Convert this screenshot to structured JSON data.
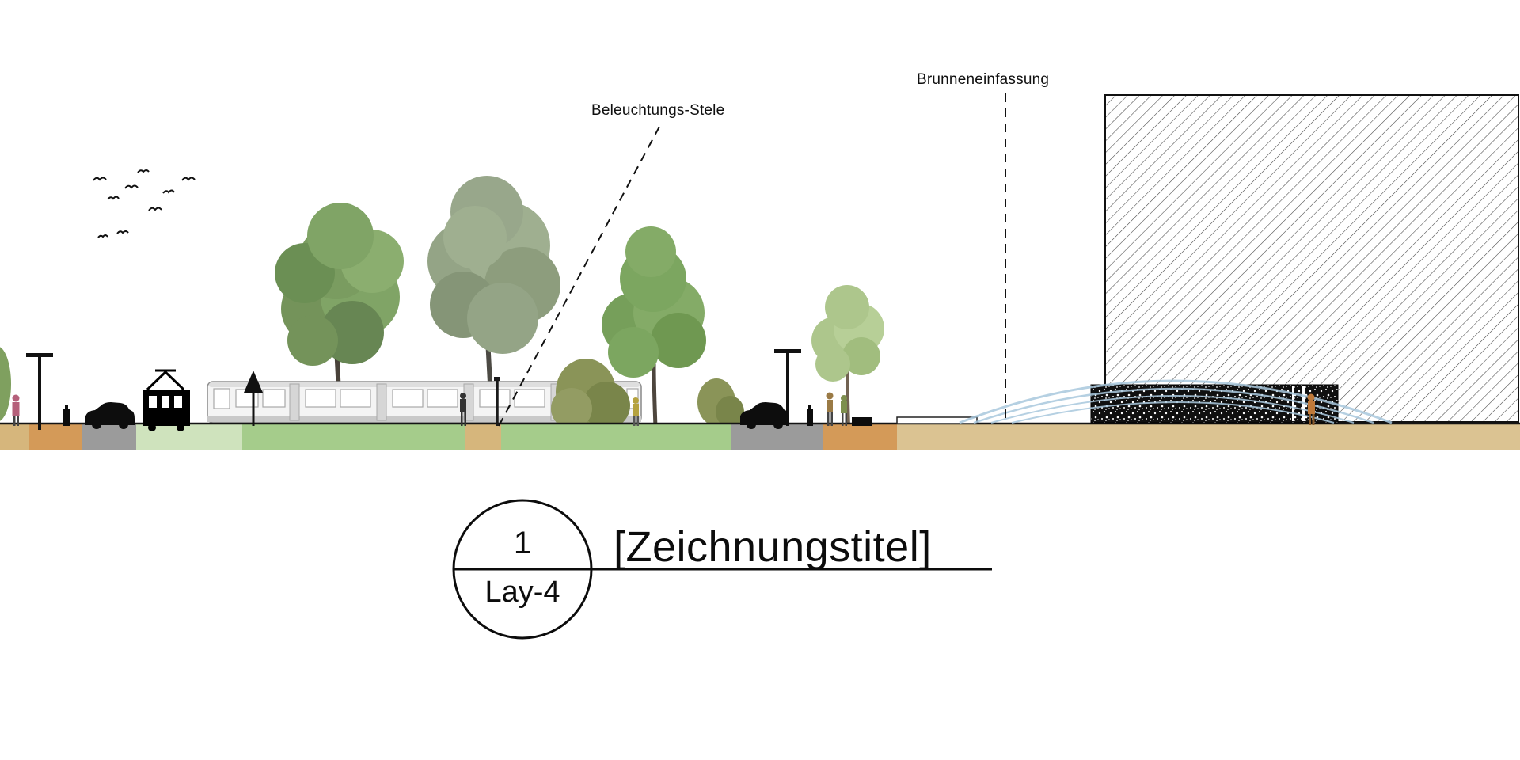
{
  "drawing": {
    "annotations": {
      "lighting_stele_label": "Beleuchtungs-Stele",
      "fountain_surround_label": "Brunneneinfassung"
    },
    "title_block": {
      "detail_number": "1",
      "layout_reference": "Lay-4",
      "drawing_title": "[Zeichnungstitel]"
    }
  },
  "palette": {
    "paper": "#ffffff",
    "ink": "#111111",
    "ground_tan": "#d6b67c",
    "ground_orange": "#d49a58",
    "ground_asphalt": "#9b9b9b",
    "ground_pale_green": "#cfe3bd",
    "ground_grass": "#a5cc8b",
    "ground_plaza": "#dbc392",
    "water_jet_blue": "#a9c8dd",
    "tram_body": "#f4f4f4",
    "stipple_wall": "#101010"
  }
}
